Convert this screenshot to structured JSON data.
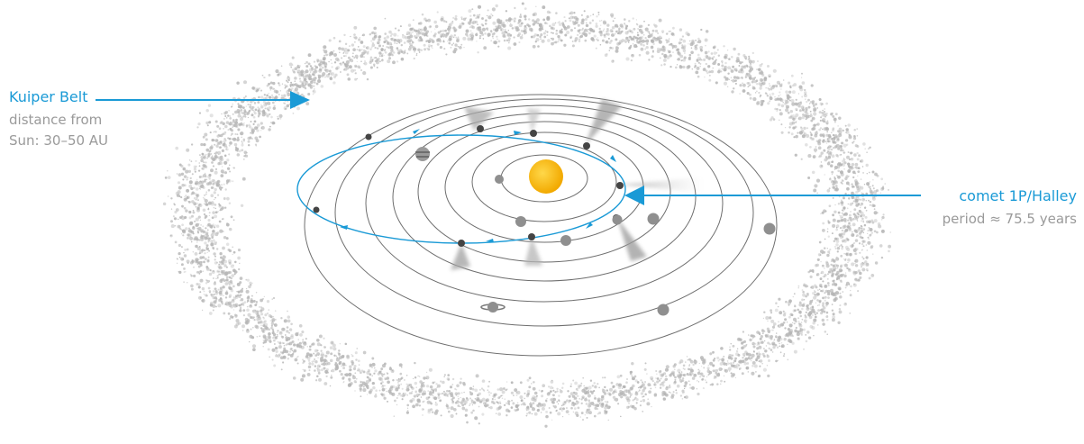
{
  "colors": {
    "accent": "#1a9ad6",
    "belt": "#b5b5b5",
    "orbit": "#707070",
    "planet": "#8c8c8c",
    "sun": "#f7b500"
  },
  "kuiper": {
    "title": "Kuiper Belt",
    "line1": "distance from",
    "line2": "Sun: 30–50 AU"
  },
  "comet": {
    "title": "comet 1P/Halley",
    "subtitle": "period ≈ 75.5 years"
  }
}
